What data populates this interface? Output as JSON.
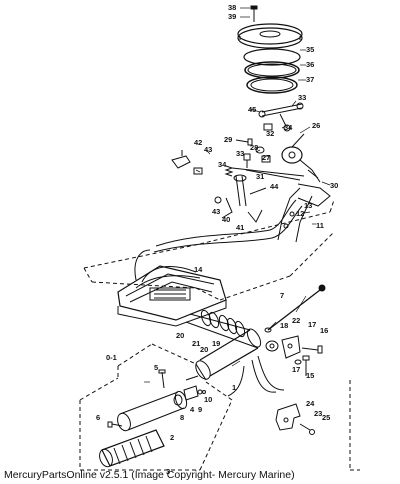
{
  "diagram": {
    "labels": [
      "38",
      "39",
      "35",
      "36",
      "37",
      "45",
      "33",
      "34",
      "32",
      "26",
      "42",
      "29",
      "28",
      "43",
      "33",
      "27",
      "34",
      "31",
      "30",
      "44",
      "13",
      "12",
      "11",
      "43",
      "40",
      "41",
      "14",
      "7",
      "18",
      "22",
      "17",
      "16",
      "20",
      "19",
      "21",
      "20",
      "15",
      "17",
      "0-1",
      "5",
      "1",
      "4",
      "10",
      "9",
      "8",
      "6",
      "2",
      "3",
      "24",
      "23",
      "25"
    ]
  },
  "footer": {
    "caption": "MercuryPartsOnline v2.5.1 (Image Copyright- Mercury Marine)"
  }
}
